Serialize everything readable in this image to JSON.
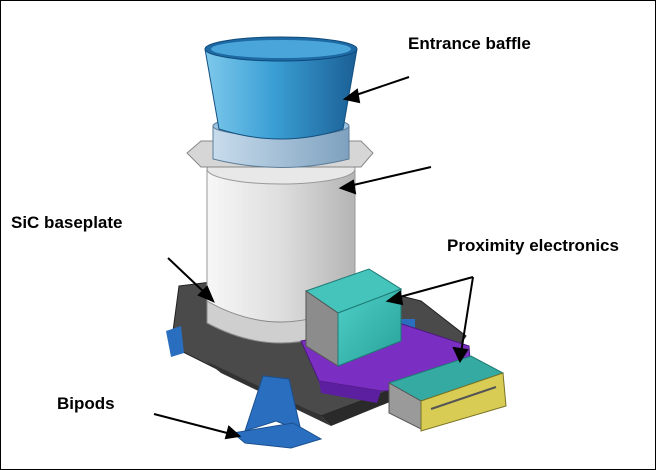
{
  "labels": {
    "entrance_baffle": "Entrance baffle",
    "sic_baseplate": "SiC baseplate",
    "proximity_electronics": "Proximity electronics",
    "bipods": "Bipods"
  },
  "colors": {
    "background": "#ffffff",
    "baffle": "#2f8fc4",
    "tube": "#dcdcdc",
    "baseplate": "#4a4a4a",
    "electronics": "#3cb8b0",
    "support": "#7b2fc2",
    "bipod": "#2a6fbf",
    "arrow": "#000000"
  }
}
